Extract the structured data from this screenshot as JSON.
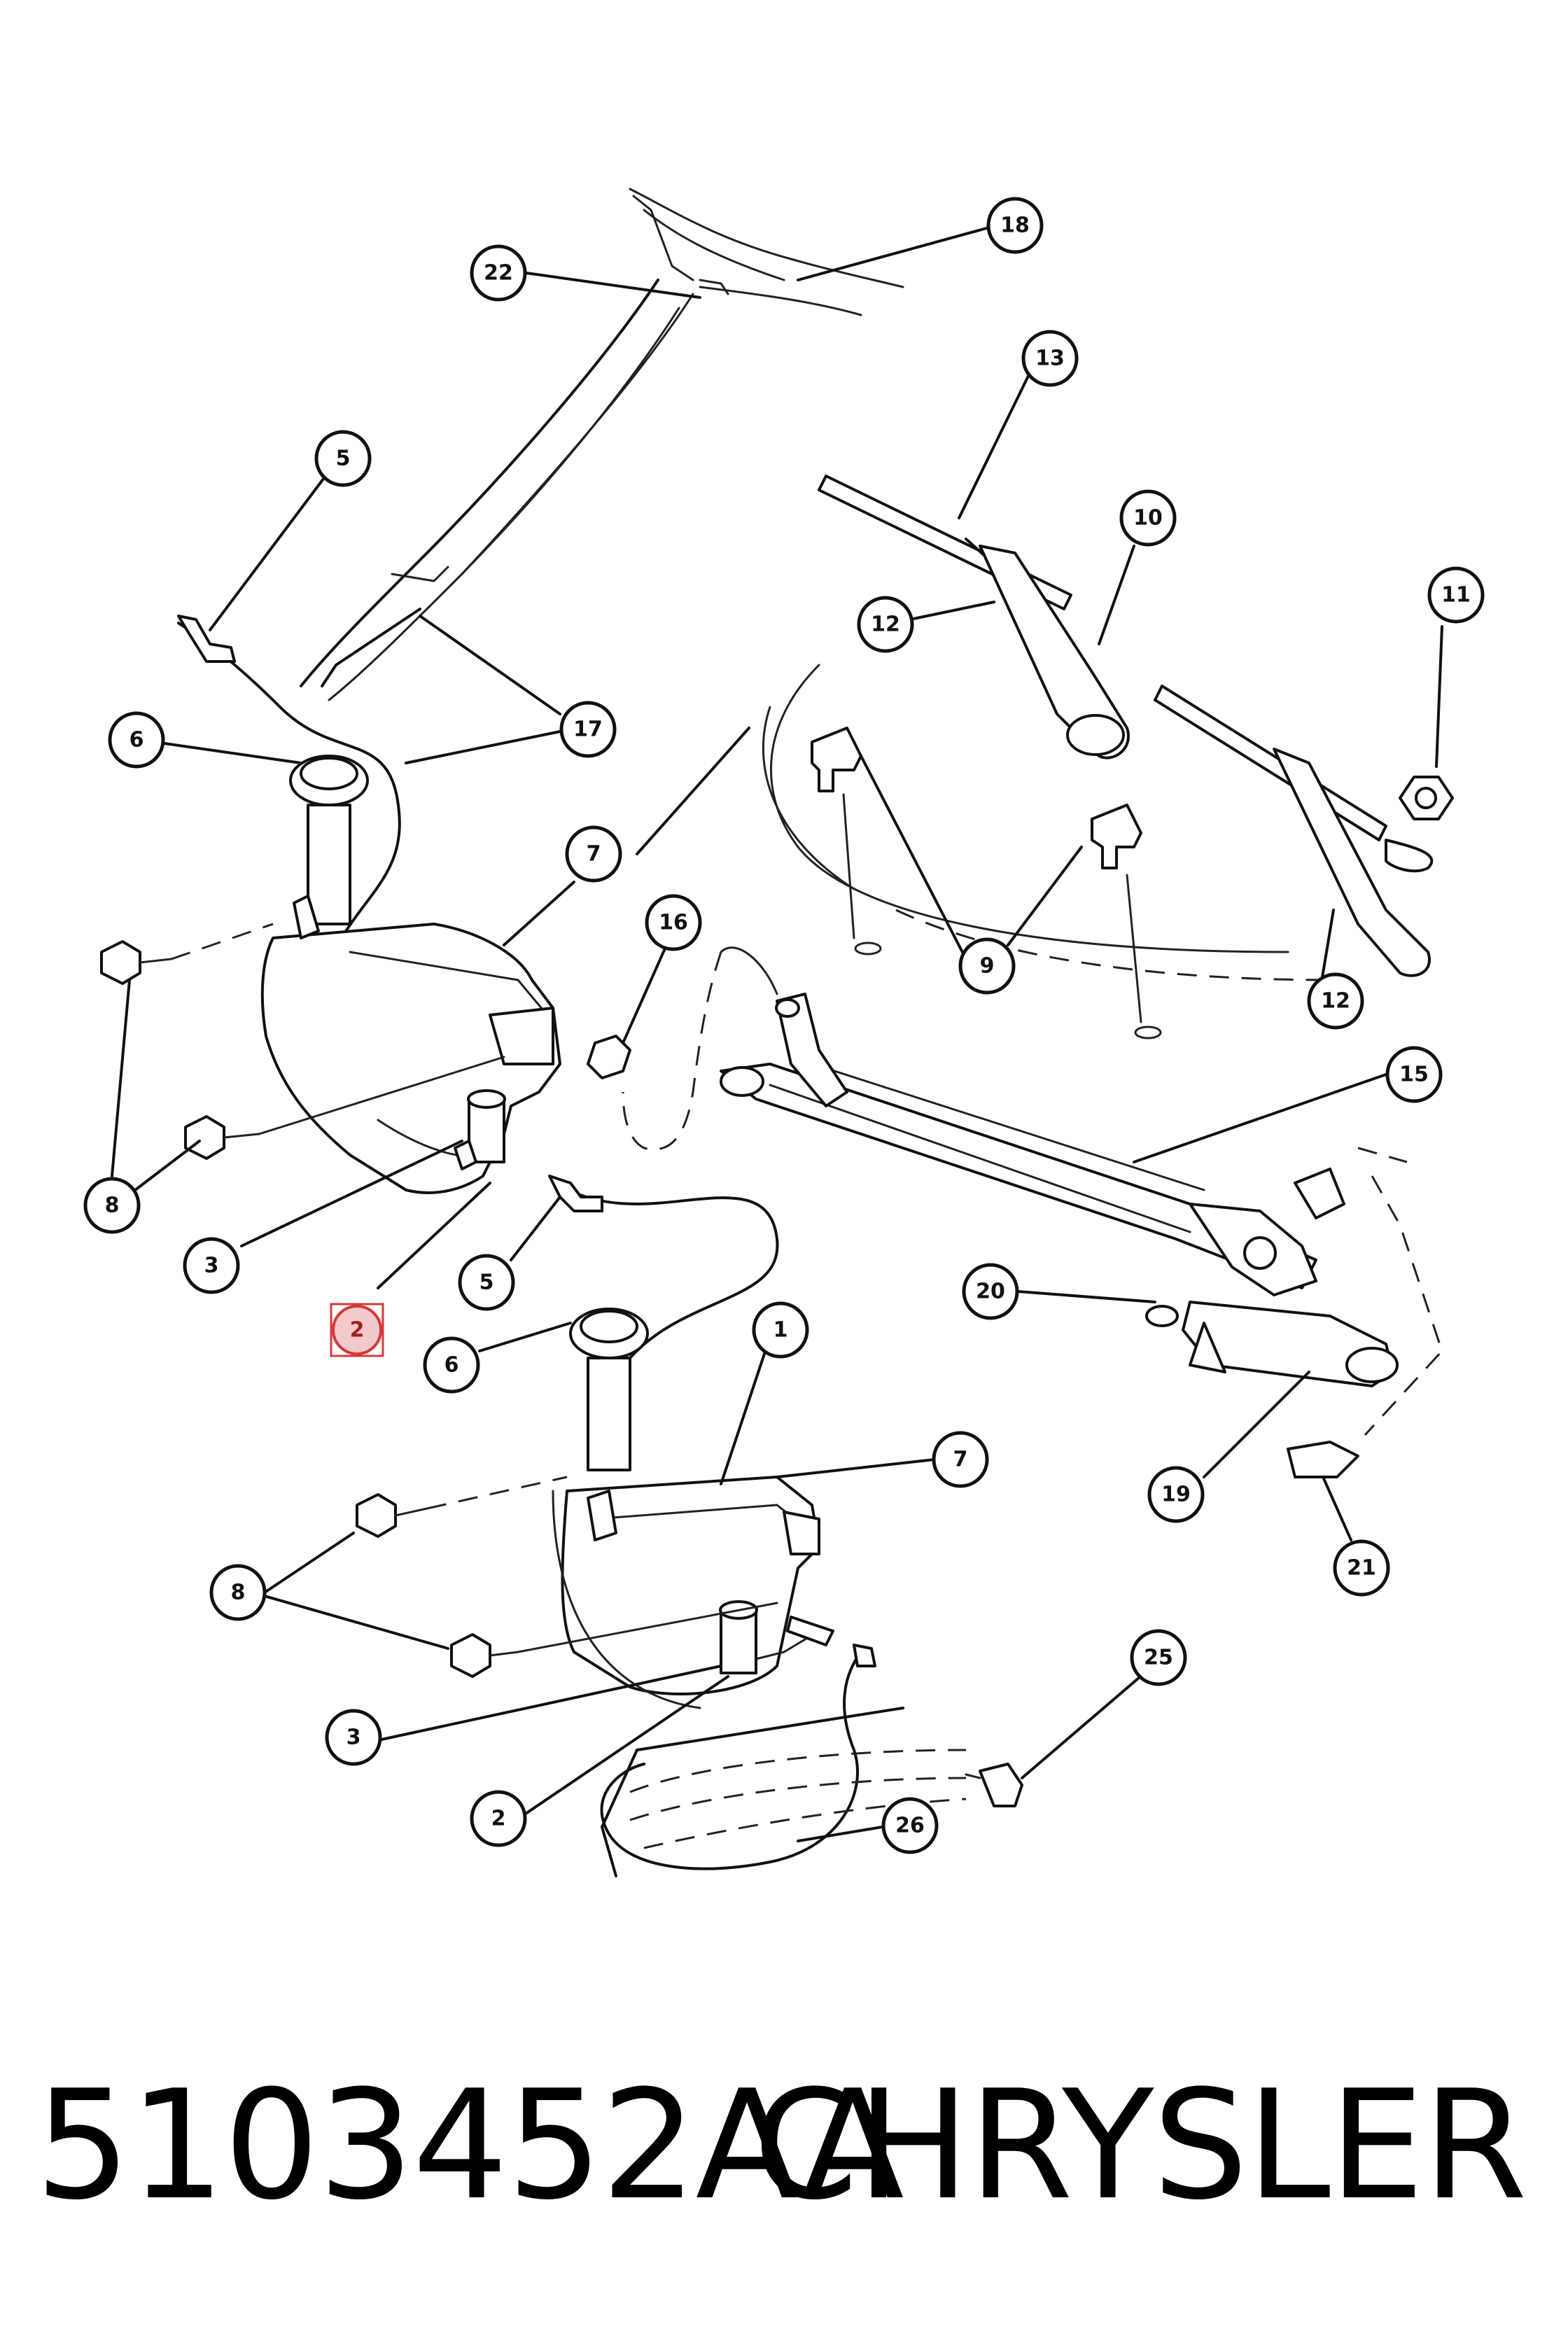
{
  "callouts": {
    "c18": "18",
    "c22": "22",
    "c13": "13",
    "c5a": "5",
    "c10": "10",
    "c11": "11",
    "c12a": "12",
    "c17": "17",
    "c6a": "6",
    "c7a": "7",
    "c16": "16",
    "c9": "9",
    "c12b": "12",
    "c15": "15",
    "c8a": "8",
    "c3a": "3",
    "c5b": "5",
    "c20": "20",
    "c2a": "2",
    "c6b": "6",
    "c1": "1",
    "c7b": "7",
    "c19": "19",
    "c21": "21",
    "c8b": "8",
    "c25": "25",
    "c3b": "3",
    "c2b": "2",
    "c26": "26"
  },
  "highlighted_callout": "2",
  "colors": {
    "ink": "#111111",
    "highlight_stroke": "#d43a3a",
    "highlight_fill": "#f4c9cc"
  },
  "footer": {
    "part_number": "5103452AA",
    "brand": "CHRYSLER"
  }
}
